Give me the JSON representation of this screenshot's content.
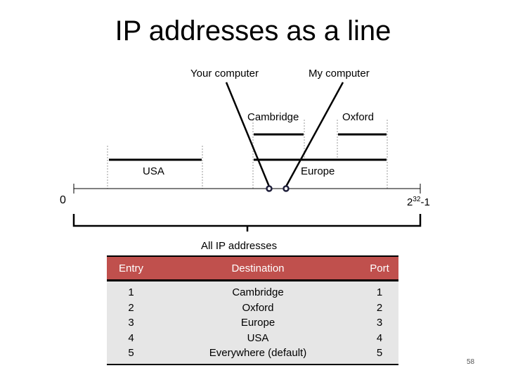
{
  "title": "IP addresses as a line",
  "labels": {
    "your_computer": "Your computer",
    "my_computer": "My computer",
    "cambridge": "Cambridge",
    "oxford": "Oxford",
    "usa": "USA",
    "europe": "Europe",
    "zero": "0",
    "max_base": "2",
    "max_exp": "32",
    "max_suffix": "-1",
    "all_ip": "All IP addresses"
  },
  "table": {
    "headers": {
      "entry": "Entry",
      "destination": "Destination",
      "port": "Port"
    },
    "entries": [
      "1",
      "2",
      "3",
      "4",
      "5"
    ],
    "destinations": [
      "Cambridge",
      "Oxford",
      "Europe",
      "USA",
      "Everywhere (default)"
    ],
    "ports": [
      "1",
      "2",
      "3",
      "4",
      "5"
    ]
  },
  "page_number": "58"
}
